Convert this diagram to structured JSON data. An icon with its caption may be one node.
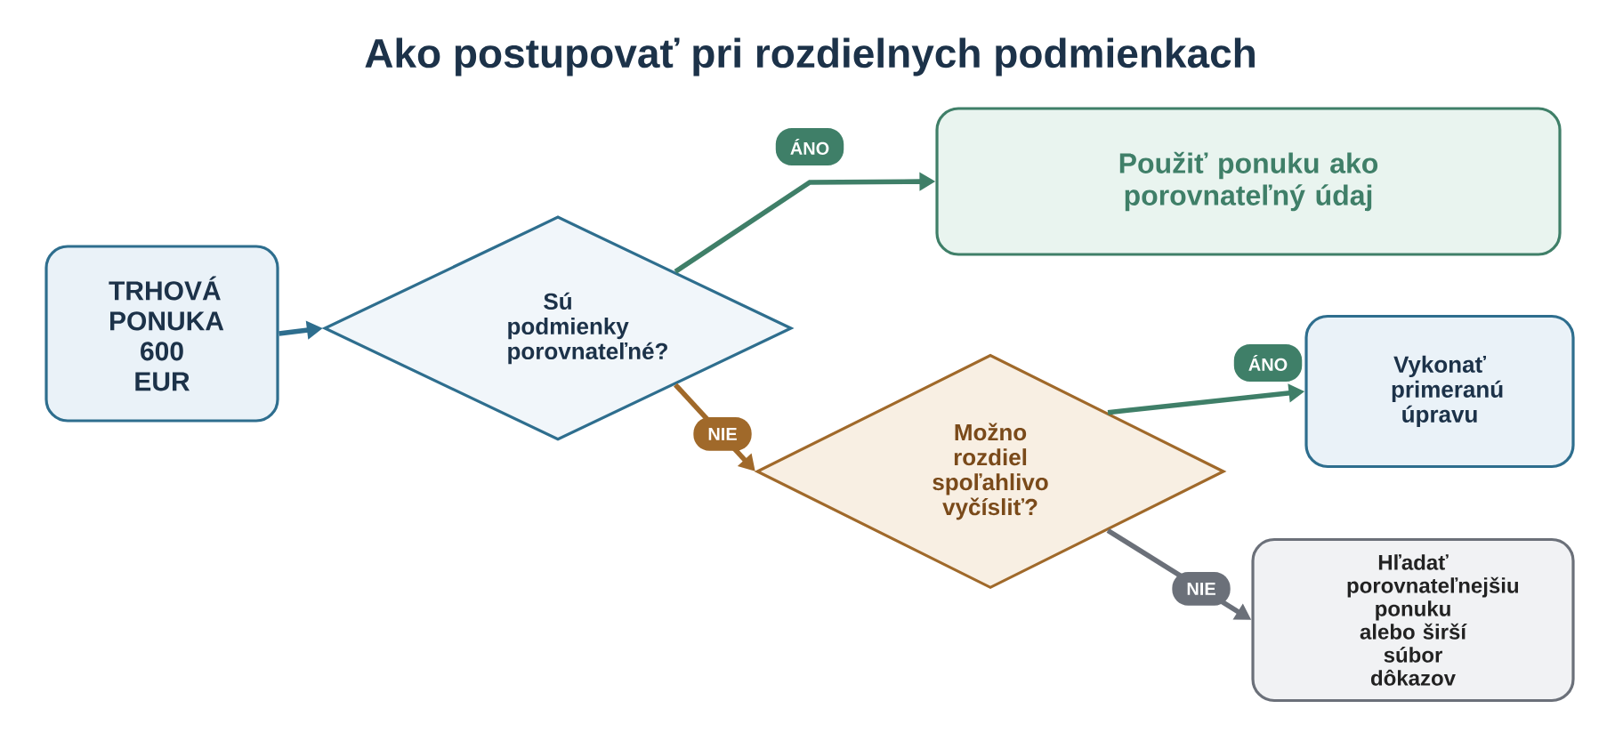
{
  "diagram": {
    "title": "Ako postupovať pri rozdielnych podmienkach",
    "nodes": [
      {
        "text": [
          "TRHOVÁ PONUKA 600 EUR"
        ]
      },
      {
        "text": [
          "Sú podmienky porovnateľné?"
        ]
      },
      {
        "text": [
          "Použiť ponuku ako porovnateľný údaj"
        ]
      },
      {
        "text": [
          "Možno rozdiel spoľahlivo vyčísliť?"
        ]
      },
      {
        "text": [
          "Vykonať primeranú úpravu"
        ]
      },
      {
        "text": [
          "Hľadať porovnateľnejšiu ponuku alebo širší súbor dôkazov"
        ]
      }
    ],
    "edges": [
      {
        "from": 0,
        "to": 1,
        "arrow": "to",
        "color": "#2e6e8e"
      },
      {
        "from": 1,
        "to": 2,
        "arrow": "to",
        "label": "ÁNO",
        "color": "#3f7f68"
      },
      {
        "from": 1,
        "to": 3,
        "arrow": "to",
        "label": "NIE",
        "color": "#a0692a"
      },
      {
        "from": 3,
        "to": 4,
        "arrow": "to",
        "label": "ÁNO",
        "color": "#3f7f68"
      },
      {
        "from": 3,
        "to": 5,
        "arrow": "to",
        "label": "NIE",
        "color": "#6b7079"
      }
    ]
  }
}
